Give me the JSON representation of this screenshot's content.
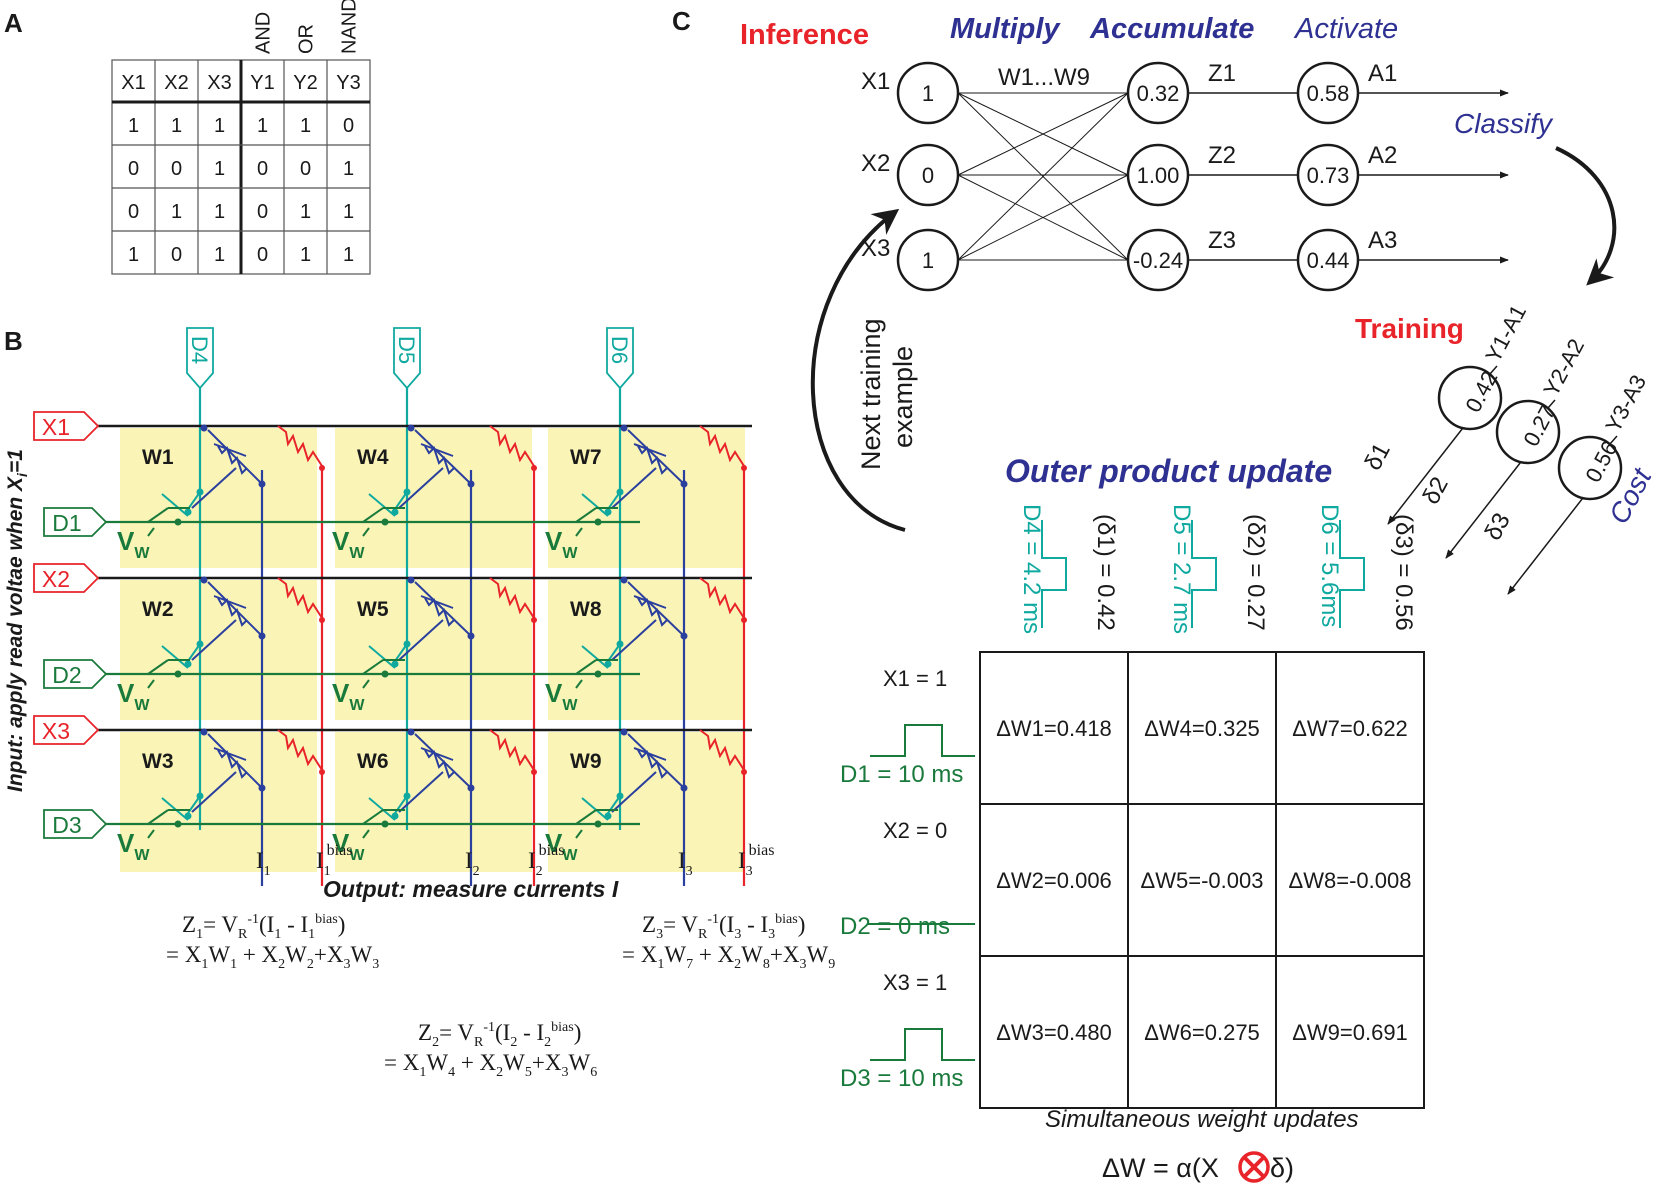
{
  "panels": {
    "a": "A",
    "b": "B",
    "c": "C"
  },
  "truth_table": {
    "gate_labels": [
      "AND",
      "OR",
      "NAND"
    ],
    "headers": [
      "X1",
      "X2",
      "X3",
      "Y1",
      "Y2",
      "Y3"
    ],
    "rows": [
      [
        "1",
        "1",
        "1",
        "1",
        "1",
        "0"
      ],
      [
        "0",
        "0",
        "1",
        "0",
        "0",
        "1"
      ],
      [
        "0",
        "1",
        "1",
        "0",
        "1",
        "1"
      ],
      [
        "1",
        "0",
        "1",
        "0",
        "1",
        "1"
      ]
    ]
  },
  "crossbar": {
    "inputs": [
      "X1",
      "X2",
      "X3"
    ],
    "drive_rows": [
      "D1",
      "D2",
      "D3"
    ],
    "drive_cols": [
      "D4",
      "D5",
      "D6"
    ],
    "weights": [
      "W1",
      "W4",
      "W7",
      "W2",
      "W5",
      "W8",
      "W3",
      "W6",
      "W9"
    ],
    "vw": "V",
    "vw_sub": "W",
    "side_label": "Input: apply read voltae when X",
    "side_sub": "i",
    "side_tail": "=1",
    "current_labels": [
      {
        "main": "I",
        "sub": "1",
        "sup": ""
      },
      {
        "main": "I",
        "sub": "1",
        "sup": "bias"
      },
      {
        "main": "I",
        "sub": "2",
        "sup": ""
      },
      {
        "main": "I",
        "sub": "2",
        "sup": "bias"
      },
      {
        "main": "I",
        "sub": "3",
        "sup": ""
      },
      {
        "main": "I",
        "sub": "3",
        "sup": "bias"
      }
    ],
    "output_label": "Output: measure currents I"
  },
  "equations": {
    "z1a": [
      [
        "Z",
        ""
      ],
      [
        "1",
        "sub"
      ],
      [
        "= V",
        ""
      ],
      [
        "R",
        "sub"
      ],
      [
        "-1",
        "sup"
      ],
      [
        "(I",
        ""
      ],
      [
        "1",
        "sub"
      ],
      [
        " - I",
        ""
      ],
      [
        "1",
        "sub"
      ],
      [
        "bias",
        "sup"
      ],
      [
        ")",
        ""
      ]
    ],
    "z1b": [
      [
        "= X",
        ""
      ],
      [
        "1",
        "sub"
      ],
      [
        "W",
        ""
      ],
      [
        "1",
        "sub"
      ],
      [
        " + X",
        ""
      ],
      [
        "2",
        "sub"
      ],
      [
        "W",
        ""
      ],
      [
        "2",
        "sub"
      ],
      [
        "+X",
        ""
      ],
      [
        "3",
        "sub"
      ],
      [
        "W",
        ""
      ],
      [
        "3",
        "sub"
      ]
    ],
    "z3a": [
      [
        "Z",
        ""
      ],
      [
        "3",
        "sub"
      ],
      [
        "= V",
        ""
      ],
      [
        "R",
        "sub"
      ],
      [
        "-1",
        "sup"
      ],
      [
        "(I",
        ""
      ],
      [
        "3",
        "sub"
      ],
      [
        " - I",
        ""
      ],
      [
        "3",
        "sub"
      ],
      [
        "bias",
        "sup"
      ],
      [
        ")",
        ""
      ]
    ],
    "z3b": [
      [
        "= X",
        ""
      ],
      [
        "1",
        "sub"
      ],
      [
        "W",
        ""
      ],
      [
        "7",
        "sub"
      ],
      [
        " + X",
        ""
      ],
      [
        "2",
        "sub"
      ],
      [
        "W",
        ""
      ],
      [
        "8",
        "sub"
      ],
      [
        "+X",
        ""
      ],
      [
        "3",
        "sub"
      ],
      [
        "W",
        ""
      ],
      [
        "9",
        "sub"
      ]
    ],
    "z2a": [
      [
        "Z",
        ""
      ],
      [
        "2",
        "sub"
      ],
      [
        "= V",
        ""
      ],
      [
        "R",
        "sub"
      ],
      [
        "-1",
        "sup"
      ],
      [
        "(I",
        ""
      ],
      [
        "2",
        "sub"
      ],
      [
        " - I",
        ""
      ],
      [
        "2",
        "sub"
      ],
      [
        "bias",
        "sup"
      ],
      [
        ")",
        ""
      ]
    ],
    "z2b": [
      [
        "= X",
        ""
      ],
      [
        "1",
        "sub"
      ],
      [
        "W",
        ""
      ],
      [
        "4",
        "sub"
      ],
      [
        " + X",
        ""
      ],
      [
        "2",
        "sub"
      ],
      [
        "W",
        ""
      ],
      [
        "5",
        "sub"
      ],
      [
        "+X",
        ""
      ],
      [
        "3",
        "sub"
      ],
      [
        "W",
        ""
      ],
      [
        "6",
        "sub"
      ]
    ]
  },
  "network": {
    "inference": "Inference",
    "multiply": "Multiply",
    "accumulate": "Accumulate",
    "activate": "Activate",
    "weights_label": "W1...W9",
    "inputs": [
      {
        "label": "X1",
        "value": "1"
      },
      {
        "label": "X2",
        "value": "0"
      },
      {
        "label": "X3",
        "value": "1"
      }
    ],
    "sums": [
      {
        "label": "Z1",
        "value": "0.32"
      },
      {
        "label": "Z2",
        "value": "1.00"
      },
      {
        "label": "Z3",
        "value": "-0.24"
      }
    ],
    "activations": [
      {
        "label": "A1",
        "value": "0.58"
      },
      {
        "label": "A2",
        "value": "0.73"
      },
      {
        "label": "A3",
        "value": "0.44"
      }
    ],
    "classify": "Classify",
    "training": "Training",
    "next_example": [
      "Next training",
      "example"
    ],
    "cost": "Cost",
    "errors": [
      {
        "value": "0.42",
        "label": "Y1-A1",
        "delta": "δ1"
      },
      {
        "value": "0.27",
        "label": "Y2-A2",
        "delta": "δ2"
      },
      {
        "value": "0.56",
        "label": "Y3-A3",
        "delta": "δ3"
      }
    ]
  },
  "update": {
    "title": "Outer product update",
    "columns": [
      {
        "pulse": "D4 = 4.2 ms",
        "delta": "(δ1) = 0.42"
      },
      {
        "pulse": "D5 = 2.7 ms",
        "delta": "(δ2) = 0.27"
      },
      {
        "pulse": "D6 = 5.6ms",
        "delta": "(δ3) = 0.56"
      }
    ],
    "rows": [
      {
        "x": "X1 = 1",
        "pulse": "D1 = 10 ms",
        "cells": [
          "ΔW1=0.418",
          "ΔW4=0.325",
          "ΔW7=0.622"
        ]
      },
      {
        "x": "X2 = 0",
        "pulse": "D2 = 0 ms",
        "cells": [
          "ΔW2=0.006",
          "ΔW5=-0.003",
          "ΔW8=-0.008"
        ]
      },
      {
        "x": "X3 = 1",
        "pulse": "D3 = 10 ms",
        "cells": [
          "ΔW3=0.480",
          "ΔW6=0.275",
          "ΔW9=0.691"
        ]
      }
    ],
    "footer": "Simultaneous weight updates",
    "formula_left": "ΔW = α(X",
    "formula_right": "δ)"
  },
  "colors": {
    "red": "#e8232a",
    "navy": "#2e3192",
    "teal": "#10a9a0",
    "green": "#1a7a3c",
    "blue": "#2b3f9e",
    "yellow": "#faf5b6",
    "black": "#1a1a1a"
  }
}
